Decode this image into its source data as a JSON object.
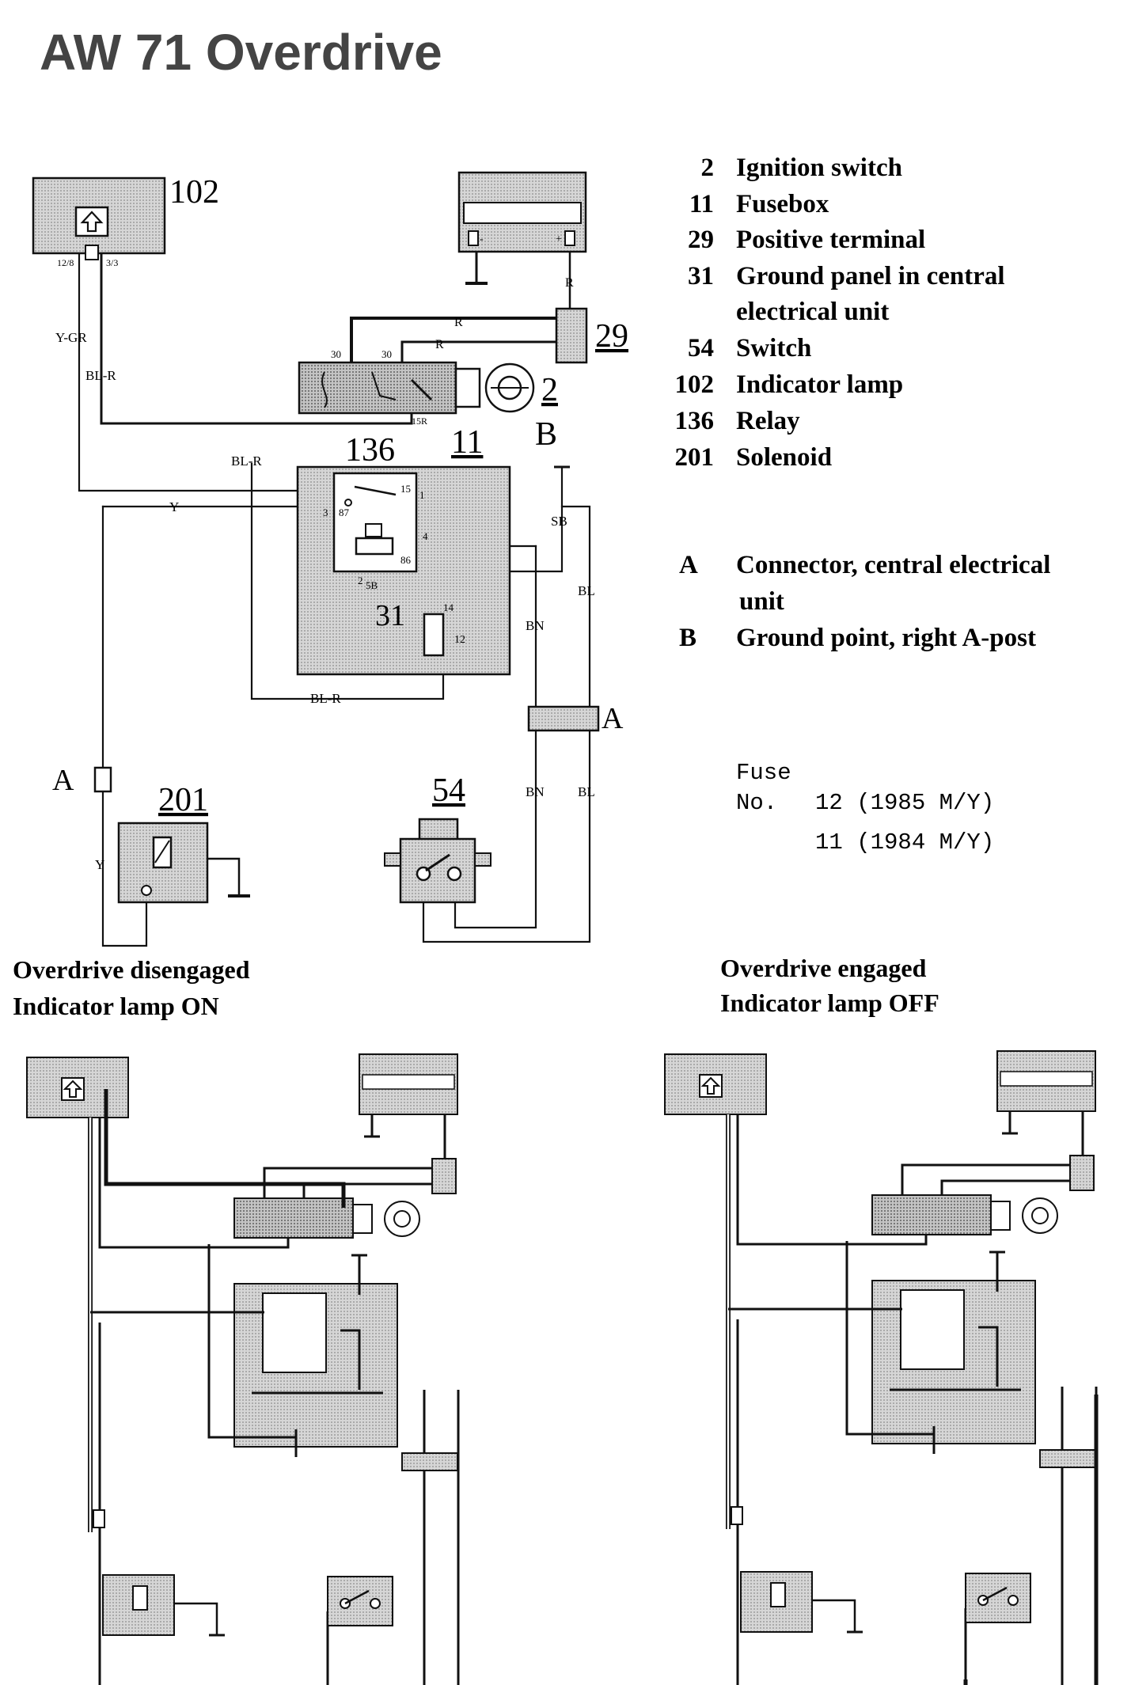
{
  "title": "AW 71 Overdrive",
  "legend": [
    {
      "num": "2",
      "label": "Ignition switch"
    },
    {
      "num": "11",
      "label": "Fusebox"
    },
    {
      "num": "29",
      "label": "Positive terminal"
    },
    {
      "num": "31",
      "label": "Ground panel in central",
      "cont": "electrical unit"
    },
    {
      "num": "54",
      "label": "Switch"
    },
    {
      "num": "102",
      "label": "Indicator lamp"
    },
    {
      "num": "136",
      "label": "Relay"
    },
    {
      "num": "201",
      "label": "Solenoid"
    }
  ],
  "letters": [
    {
      "key": "A",
      "label": "Connector, central electrical",
      "cont": "unit"
    },
    {
      "key": "B",
      "label": "Ground point, right A-post"
    }
  ],
  "fuse": {
    "line1": "Fuse",
    "no_label": "No.",
    "line2": "12 (1985 M/Y)",
    "line3": "11 (1984 M/Y)"
  },
  "components": {
    "c102": "102",
    "c29": "29",
    "c2": "2",
    "c136": "136",
    "c11": "11",
    "cB": "B",
    "c31": "31",
    "cA": "A",
    "cA2": "A",
    "c201": "201",
    "c54": "54"
  },
  "wires": {
    "ygr": "Y-GR",
    "blr1": "BL-R",
    "blr2": "BL-R",
    "blr3": "BL-R",
    "y1": "Y",
    "y2": "Y",
    "r1": "R",
    "r2": "R",
    "r3": "R",
    "sb": "SB",
    "bl1": "BL",
    "bl2": "BL",
    "bn1": "BN",
    "bn2": "BN"
  },
  "pins": {
    "p128": "12/8",
    "p33": "3/3",
    "t30a": "30",
    "t30b": "30",
    "t15r": "15R",
    "r15": "15",
    "r1": "1",
    "r3": "3",
    "r87": "87",
    "r4": "4",
    "r86": "86",
    "r2": "2",
    "r5b": "5B",
    "r14": "14",
    "r12": "12"
  },
  "captions": {
    "left_line1": "Overdrive disengaged",
    "left_line2": "Indicator lamp ON",
    "right_line1": "Overdrive engaged",
    "right_line2": "Indicator lamp OFF"
  },
  "colors": {
    "ink": "#111111",
    "shade": "#cfcfcf",
    "shade_dark": "#b9b9b9"
  },
  "icons": [
    "indicator-lamp-icon",
    "ignition-switch-icon",
    "relay-coil-icon",
    "solenoid-icon",
    "switch-icon",
    "ground-icon"
  ]
}
